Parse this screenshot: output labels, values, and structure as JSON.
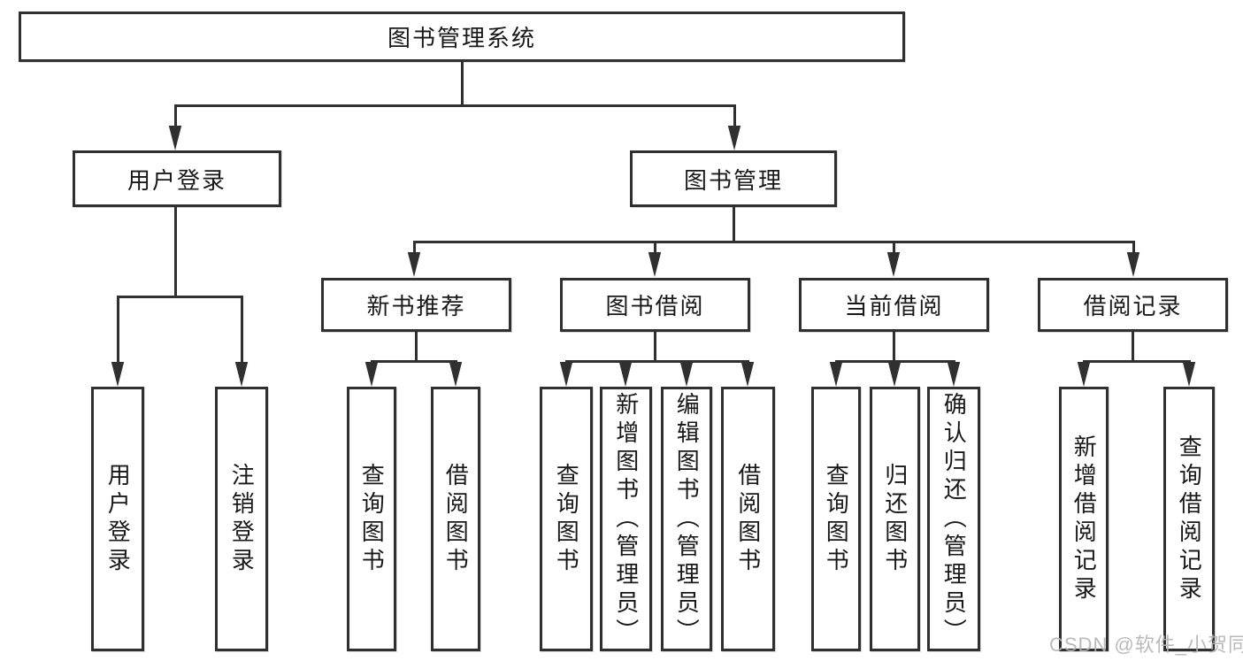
{
  "colors": {
    "line": "#303030",
    "text": "#181818",
    "background": "#ffffff",
    "watermark": "#b3b3b3"
  },
  "diagram_type": "function-structure-tree",
  "tree": {
    "root": "图书管理系统",
    "branches": [
      {
        "label": "用户登录",
        "children": [
          "用户登录",
          "注销登录"
        ]
      },
      {
        "label": "图书管理",
        "groups": [
          {
            "label": "新书推荐",
            "children": [
              "查询图书",
              "借阅图书"
            ]
          },
          {
            "label": "图书借阅",
            "children": [
              "查询图书",
              "新增图书（管理员）",
              "编辑图书（管理员）",
              "借阅图书"
            ]
          },
          {
            "label": "当前借阅",
            "children": [
              "查询图书",
              "归还图书",
              "确认归还（管理员）"
            ]
          },
          {
            "label": "借阅记录",
            "children": [
              "新增借阅记录",
              "查询借阅记录"
            ]
          }
        ]
      }
    ]
  },
  "watermark": "CSDN @软件_小贺同学"
}
